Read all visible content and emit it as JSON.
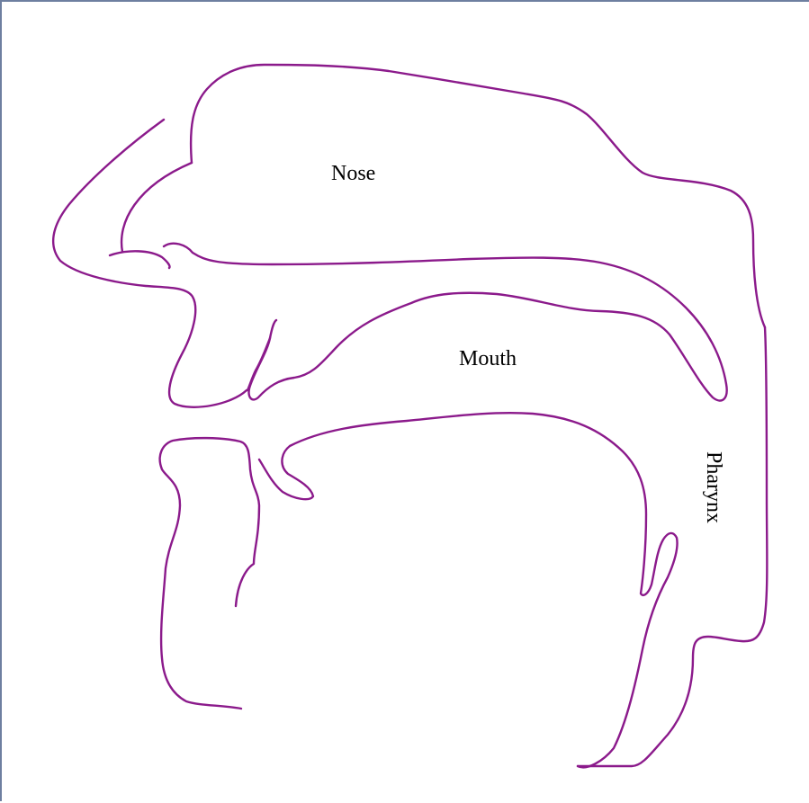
{
  "diagram": {
    "labels": {
      "nose": "Nose",
      "mouth": "Mouth",
      "pharynx": "Pharynx"
    },
    "colors": {
      "outline": "#8b1a8b",
      "text": "#000000",
      "frame": "#6e7fa0"
    }
  }
}
